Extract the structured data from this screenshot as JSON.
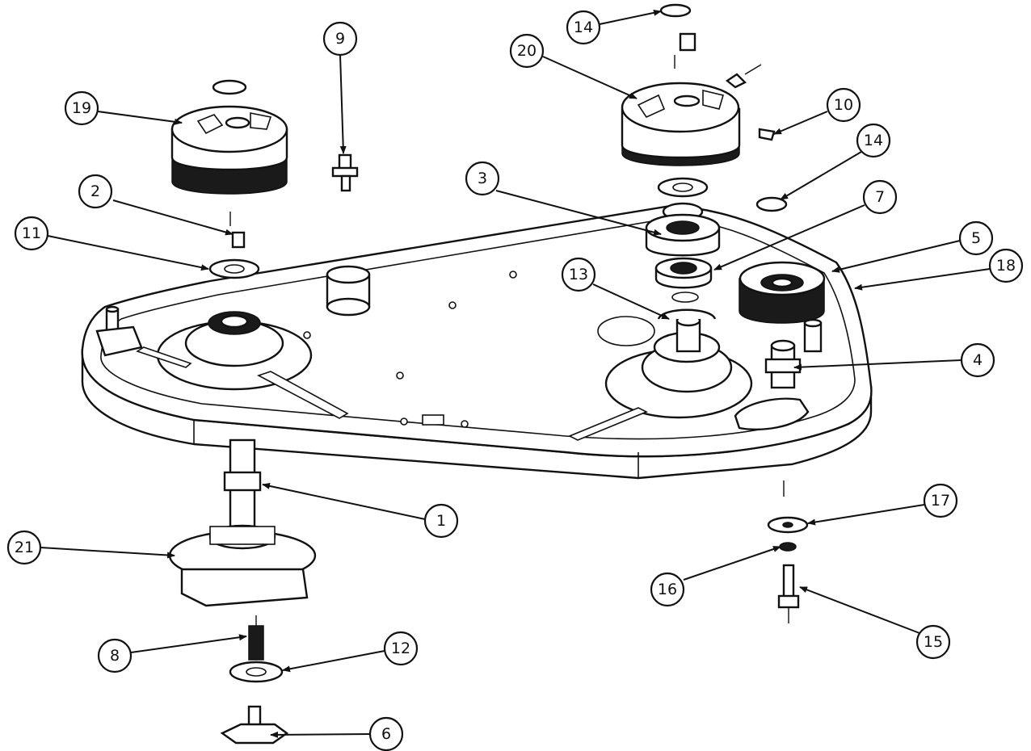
{
  "diagram": {
    "callouts": [
      "1",
      "2",
      "3",
      "4",
      "5",
      "6",
      "7",
      "8",
      "9",
      "10",
      "11",
      "12",
      "13",
      "14",
      "14",
      "15",
      "16",
      "17",
      "18",
      "19",
      "20",
      "21"
    ]
  }
}
